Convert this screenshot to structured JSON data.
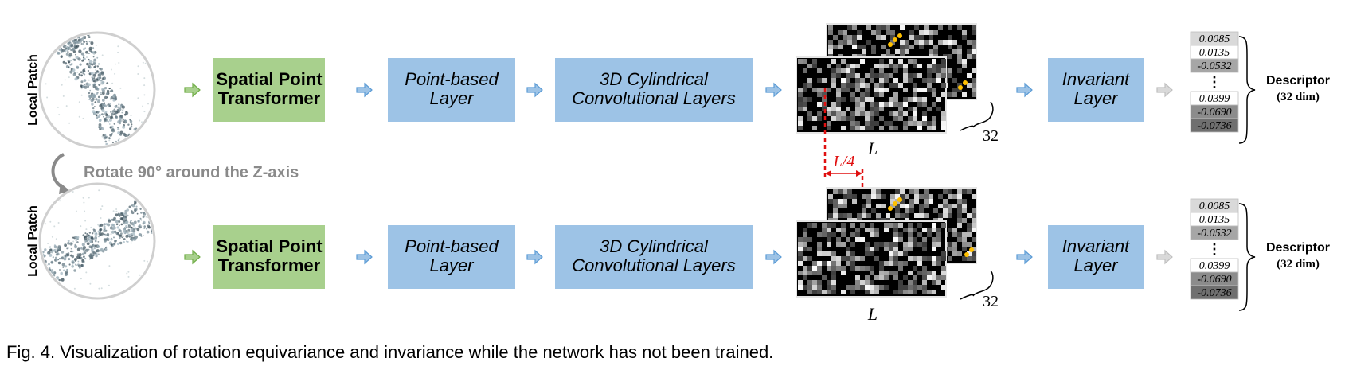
{
  "rows": [
    {
      "side_label": "Local Patch",
      "stages": {
        "spt": [
          "Spatial Point",
          "Transformer"
        ],
        "pbl": [
          "Point-based",
          "Layer"
        ],
        "ccl": [
          "3D Cylindrical",
          "Convolutional Layers"
        ],
        "inv": [
          "Invariant",
          "Layer"
        ]
      },
      "feature_map": {
        "width_label": "L",
        "depth_label": "32"
      },
      "descriptor": {
        "title": "Descriptor",
        "dim": "(32 dim)",
        "top_values": [
          "0.0085",
          "0.0135",
          "-0.0532"
        ],
        "ellipsis": "⋮",
        "bottom_values": [
          "0.0399",
          "-0.0690",
          "-0.0736"
        ]
      }
    },
    {
      "side_label": "Local Patch",
      "stages": {
        "spt": [
          "Spatial Point",
          "Transformer"
        ],
        "pbl": [
          "Point-based",
          "Layer"
        ],
        "ccl": [
          "3D Cylindrical",
          "Convolutional Layers"
        ],
        "inv": [
          "Invariant",
          "Layer"
        ]
      },
      "feature_map": {
        "width_label": "L",
        "depth_label": "32"
      },
      "descriptor": {
        "title": "Descriptor",
        "dim": "(32 dim)",
        "top_values": [
          "0.0085",
          "0.0135",
          "-0.0532"
        ],
        "ellipsis": "⋮",
        "bottom_values": [
          "0.0399",
          "-0.0690",
          "-0.0736"
        ]
      }
    }
  ],
  "rotation_label": "Rotate 90° around the Z-axis",
  "shift_label": "L/4",
  "caption": "Fig. 4. Visualization of rotation equivariance and invariance while the network has not been trained.",
  "colors": {
    "spt_fill": "#a8d08d",
    "layer_fill": "#9dc3e6",
    "arrow_green": "#70ad47",
    "arrow_blue": "#5b9bd5",
    "arrow_gray": "#bfbfbf",
    "shift": "#e01010",
    "highlight": "#ffc000"
  },
  "descriptor_cell_shades": [
    "#d9d9d9",
    "#ffffff",
    "#a6a6a6",
    "#ffffff",
    "#8c8c8c",
    "#6f6f6f"
  ],
  "icons": {
    "stage_arrow": "right-arrow-icon",
    "rotation": "curved-rotate-arrow-icon",
    "depth": "curly-brace-icon"
  }
}
